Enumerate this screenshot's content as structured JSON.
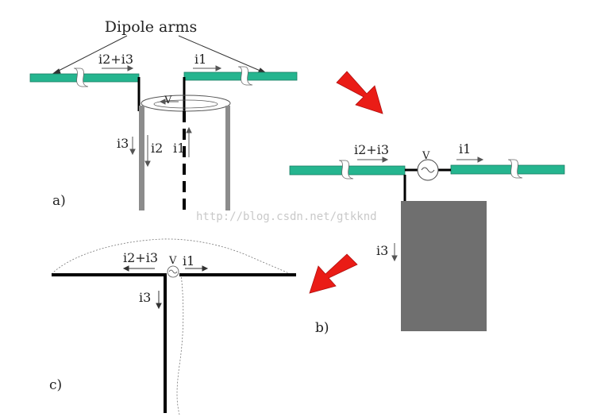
{
  "title": "Dipole arms",
  "watermark": "http://blog.csdn.net/gtkknd",
  "panel_a": {
    "tag": "a)",
    "current_sum": "i2+i3",
    "current_right": "i1",
    "voltage": "V",
    "current_i3": "i3",
    "current_i2": "i2",
    "current_i1": "i1"
  },
  "panel_b": {
    "tag": "b)",
    "current_sum": "i2+i3",
    "voltage": "V",
    "current_right": "i1",
    "current_down": "i3"
  },
  "panel_c": {
    "tag": "c)",
    "current_sum": "i2+i3",
    "voltage": "V",
    "current_right": "i1",
    "current_down": "i3"
  },
  "colors": {
    "arm": "#25b58f",
    "arrow": "#ea1c16",
    "ground": "#6f6f6f",
    "coax": "#8c8c8c"
  }
}
